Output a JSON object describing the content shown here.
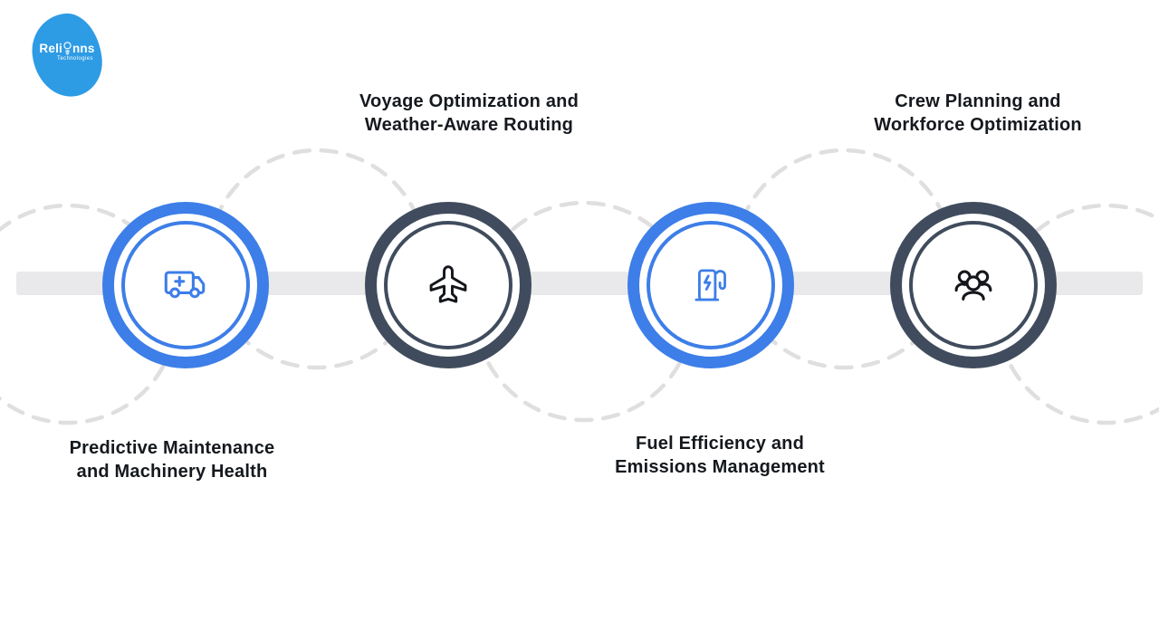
{
  "logo": {
    "name_prefix": "Reli",
    "name_suffix": "nns",
    "tagline": "Technologies"
  },
  "colors": {
    "node_blue": "#3D7EE8",
    "node_dark": "#404C5D",
    "bar_gray": "#E9E9EB",
    "dash_gray": "#DFDFDF",
    "logo_blue": "#2E9BE5",
    "text_dark": "#15191E"
  },
  "nodes": [
    {
      "id": "predictive-maintenance",
      "label_line1": "Predictive Maintenance",
      "label_line2": "and Machinery Health",
      "label_position": "below",
      "ring_color": "#3D7EE8",
      "icon": "ambulance-truck-icon",
      "icon_color": "#3D7EE8"
    },
    {
      "id": "voyage-optimization",
      "label_line1": "Voyage Optimization and",
      "label_line2": "Weather-Aware Routing",
      "label_position": "above",
      "ring_color": "#404C5D",
      "icon": "airplane-icon",
      "icon_color": "#14171C"
    },
    {
      "id": "fuel-efficiency",
      "label_line1": "Fuel Efficiency and",
      "label_line2": "Emissions Management",
      "label_position": "below",
      "ring_color": "#3D7EE8",
      "icon": "ev-charger-icon",
      "icon_color": "#3D7EE8"
    },
    {
      "id": "crew-planning",
      "label_line1": "Crew Planning and",
      "label_line2": "Workforce Optimization",
      "label_position": "above",
      "ring_color": "#404C5D",
      "icon": "crew-group-icon",
      "icon_color": "#14171C"
    }
  ]
}
